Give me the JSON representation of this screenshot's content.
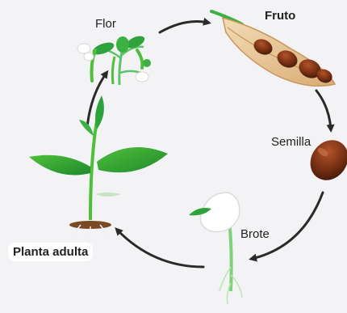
{
  "cycle": {
    "stages": {
      "flower": "Flor",
      "fruit": "Fruto",
      "seed": "Semilla",
      "sprout": "Brote",
      "adult_plant": "Planta adulta"
    }
  },
  "colors": {
    "background": "#f3f3f5",
    "arrow": "#2a2a2a",
    "leaf_dark": "#1e8a2c",
    "leaf_light": "#4fbf3a",
    "stem": "#5cc46a",
    "pod": "#e8c79a",
    "bean": "#7a3214",
    "soil": "#7a4a24"
  }
}
